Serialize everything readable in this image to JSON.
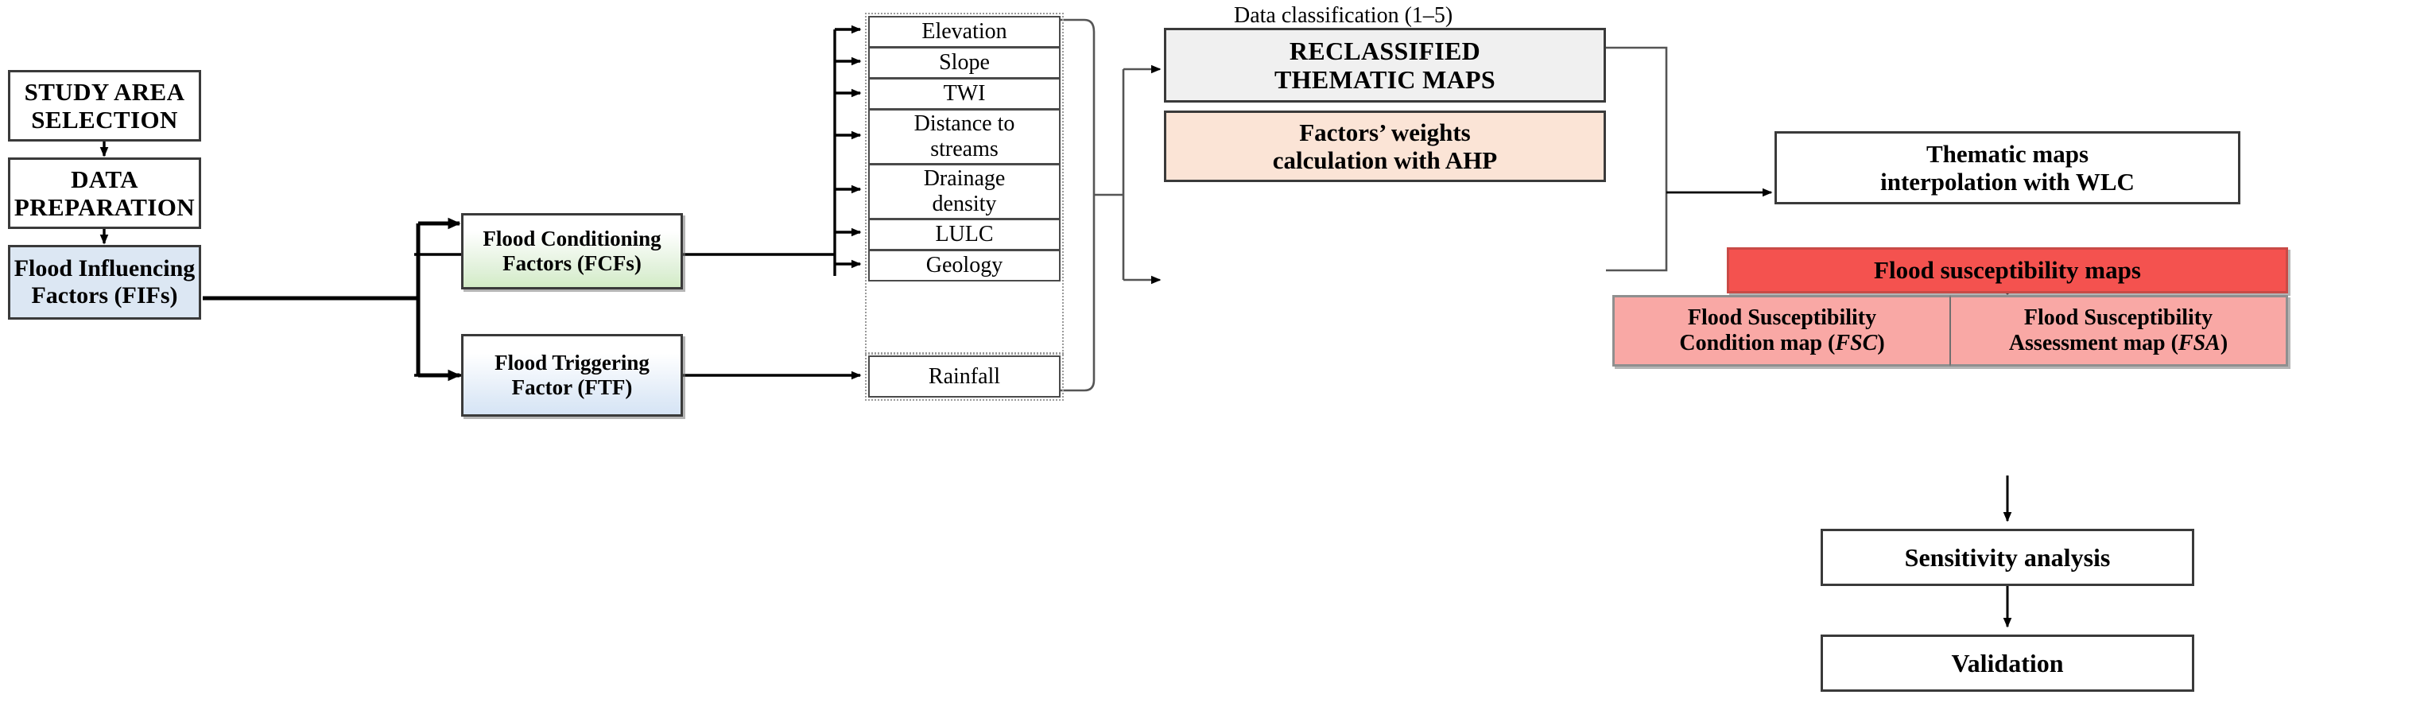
{
  "diagram": {
    "title": "Flood susceptibility mapping methodology flowchart",
    "annotations": {
      "data_classification": "Data classification (1–5)"
    },
    "nodes": {
      "study_area": "STUDY AREA\nSELECTION",
      "study_area_l1": "STUDY AREA",
      "study_area_l2": "SELECTION",
      "data_prep_l1": "DATA",
      "data_prep_l2": "PREPARATION",
      "fif_l1": "Flood Influencing",
      "fif_l2": "Factors (FIFs)",
      "fcf_l1": "Flood Conditioning",
      "fcf_l2": "Factors (FCFs)",
      "ftf_l1": "Flood Triggering",
      "ftf_l2": "Factor (FTF)",
      "reclass_l1": "RECLASSIFIED",
      "reclass_l2": "THEMATIC MAPS",
      "ahp_l1": "Factors’ weights",
      "ahp_l2": "calculation with AHP",
      "wlc_l1": "Thematic maps",
      "wlc_l2": "interpolation with WLC",
      "fsmaps": "Flood susceptibility maps",
      "fsc_l1": "Flood Susceptibility",
      "fsc_l2a": "Condition map (",
      "fsc_l2b": "FSC",
      "fsc_l2c": ")",
      "fsa_l1": "Flood Susceptibility",
      "fsa_l2a": "Assessment map (",
      "fsa_l2b": "FSA",
      "fsa_l2c": ")",
      "sensitivity": "Sensitivity analysis",
      "validation": "Validation"
    },
    "conditioning_factors": [
      {
        "label": "Elevation"
      },
      {
        "label": "Slope"
      },
      {
        "label": "TWI"
      },
      {
        "label": "Distance to\nstreams",
        "l1": "Distance to",
        "l2": "streams"
      },
      {
        "label": "Drainage\ndensity",
        "l1": "Drainage",
        "l2": "density"
      },
      {
        "label": "LULC"
      },
      {
        "label": "Geology"
      }
    ],
    "triggering_factor": {
      "label": "Rainfall"
    },
    "colors": {
      "fif_fill": "#dce7f3",
      "fcf_fill": "#dff0d8",
      "ftf_fill": "#dfeaf7",
      "reclassified_fill": "#f0f0f0",
      "ahp_fill": "#fbe4d6",
      "flood_susceptibility_maps_fill": "#f4524f",
      "fsc_fsa_fill": "#f9a8a5",
      "border": "#3a3a3a",
      "text": "#000000"
    }
  }
}
